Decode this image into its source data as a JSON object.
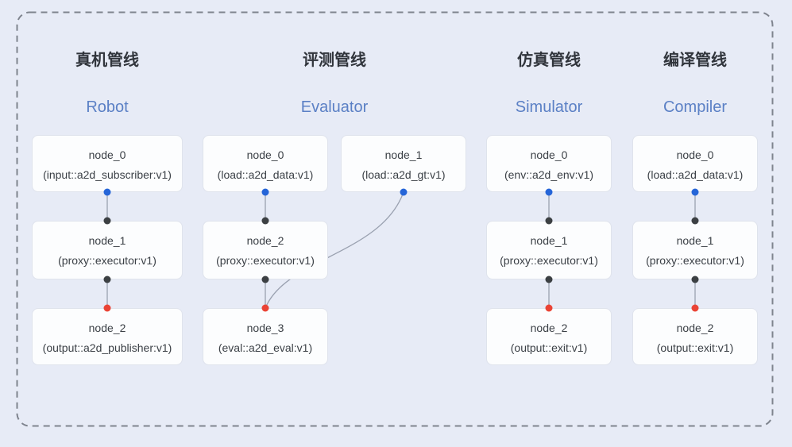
{
  "colors": {
    "background": "#e7ebf6",
    "frame_dash": "#7f848e",
    "node_fill": "#fcfdfe",
    "node_border": "#dfe3ec",
    "title_zh": "#31353c",
    "title_en": "#5b80c5",
    "node_text": "#3b4046",
    "edge": "#9aa1b0",
    "dot_blue": "#2565d8",
    "dot_black": "#3c4043",
    "dot_red": "#ea4335"
  },
  "pipelines": [
    {
      "title_zh": "真机管线",
      "title_en": "Robot",
      "nodes": [
        {
          "name": "node_0",
          "spec": "(input::a2d_subscriber:v1)"
        },
        {
          "name": "node_1",
          "spec": "(proxy::executor:v1)"
        },
        {
          "name": "node_2",
          "spec": "(output::a2d_publisher:v1)"
        }
      ]
    },
    {
      "title_zh": "评测管线",
      "title_en": "Evaluator",
      "nodes": [
        {
          "name": "node_0",
          "spec": "(load::a2d_data:v1)"
        },
        {
          "name": "node_1",
          "spec": "(load::a2d_gt:v1)"
        },
        {
          "name": "node_2",
          "spec": "(proxy::executor:v1)"
        },
        {
          "name": "node_3",
          "spec": "(eval::a2d_eval:v1)"
        }
      ]
    },
    {
      "title_zh": "仿真管线",
      "title_en": "Simulator",
      "nodes": [
        {
          "name": "node_0",
          "spec": "(env::a2d_env:v1)"
        },
        {
          "name": "node_1",
          "spec": "(proxy::executor:v1)"
        },
        {
          "name": "node_2",
          "spec": "(output::exit:v1)"
        }
      ]
    },
    {
      "title_zh": "编译管线",
      "title_en": "Compiler",
      "nodes": [
        {
          "name": "node_0",
          "spec": "(load::a2d_data:v1)"
        },
        {
          "name": "node_1",
          "spec": "(proxy::executor:v1)"
        },
        {
          "name": "node_2",
          "spec": "(output::exit:v1)"
        }
      ]
    }
  ]
}
